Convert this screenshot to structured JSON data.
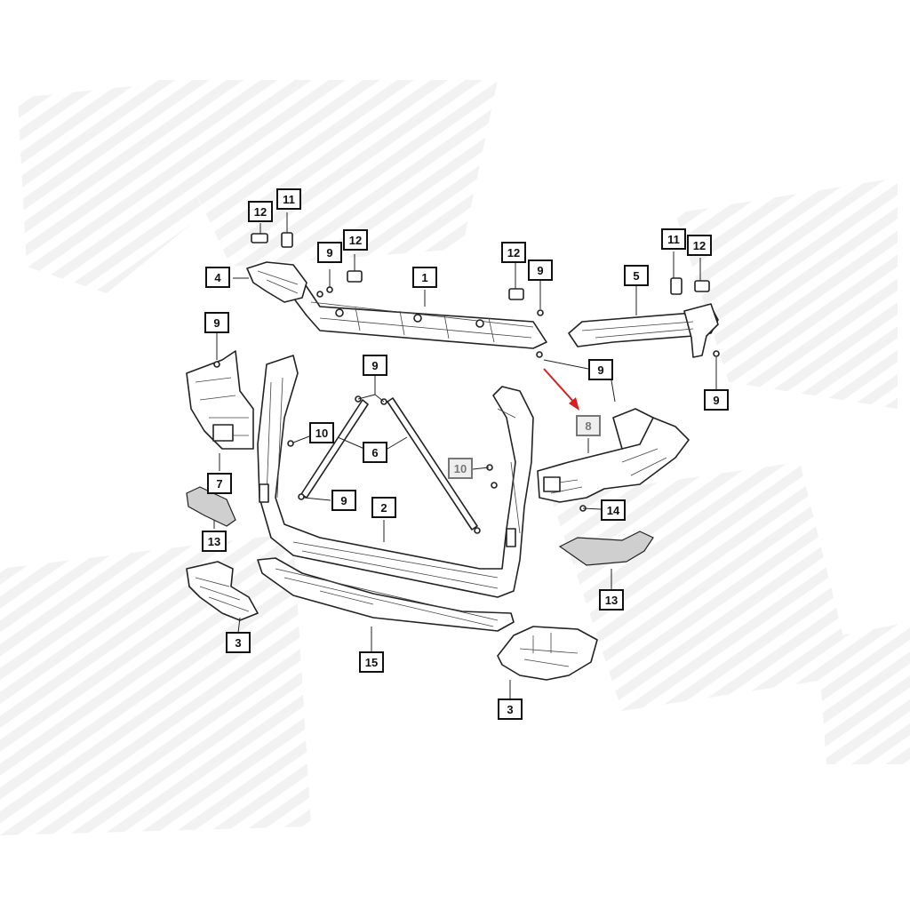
{
  "diagram": {
    "arrow_color": "#d42020",
    "highlighted_part": "8",
    "callouts": [
      {
        "id": "c1",
        "label": "1"
      },
      {
        "id": "c2",
        "label": "2"
      },
      {
        "id": "c3a",
        "label": "3"
      },
      {
        "id": "c3b",
        "label": "3"
      },
      {
        "id": "c4",
        "label": "4"
      },
      {
        "id": "c5",
        "label": "5"
      },
      {
        "id": "c6",
        "label": "6"
      },
      {
        "id": "c7",
        "label": "7"
      },
      {
        "id": "c8",
        "label": "8"
      },
      {
        "id": "c9a",
        "label": "9"
      },
      {
        "id": "c9b",
        "label": "9"
      },
      {
        "id": "c9c",
        "label": "9"
      },
      {
        "id": "c9d",
        "label": "9"
      },
      {
        "id": "c9e",
        "label": "9"
      },
      {
        "id": "c9f",
        "label": "9"
      },
      {
        "id": "c9g",
        "label": "9"
      },
      {
        "id": "c10a",
        "label": "10"
      },
      {
        "id": "c10b",
        "label": "10"
      },
      {
        "id": "c11a",
        "label": "11"
      },
      {
        "id": "c11b",
        "label": "11"
      },
      {
        "id": "c12a",
        "label": "12"
      },
      {
        "id": "c12b",
        "label": "12"
      },
      {
        "id": "c12c",
        "label": "12"
      },
      {
        "id": "c12d",
        "label": "12"
      },
      {
        "id": "c13a",
        "label": "13"
      },
      {
        "id": "c13b",
        "label": "13"
      },
      {
        "id": "c14",
        "label": "14"
      },
      {
        "id": "c15",
        "label": "15"
      }
    ]
  }
}
